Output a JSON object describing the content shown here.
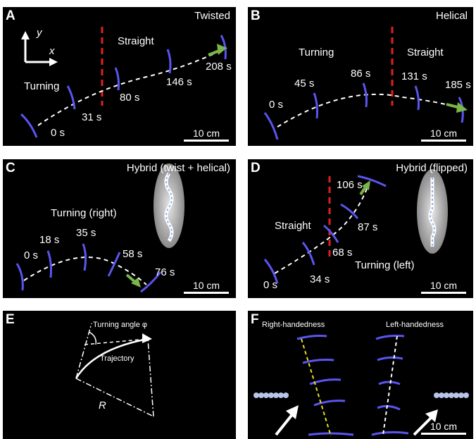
{
  "panels": {
    "A": {
      "letter": "A",
      "title": "Twisted",
      "axis_y": "y",
      "axis_x": "x",
      "phase1": "Turning",
      "phase2": "Straight",
      "times": [
        "0 s",
        "31 s",
        "80 s",
        "146 s",
        "208 s"
      ],
      "scale": "10 cm"
    },
    "B": {
      "letter": "B",
      "title": "Helical",
      "phase1": "Turning",
      "phase2": "Straight",
      "times": [
        "0 s",
        "45 s",
        "86 s",
        "131 s",
        "185 s"
      ],
      "scale": "10 cm"
    },
    "C": {
      "letter": "C",
      "title": "Hybrid (twist + helical)",
      "phase1": "Turning (right)",
      "times": [
        "0 s",
        "18 s",
        "35 s",
        "58 s",
        "76 s"
      ],
      "scale": "10 cm"
    },
    "D": {
      "letter": "D",
      "title": "Hybrid (flipped)",
      "phase1": "Straight",
      "phase2": "Turning (left)",
      "times": [
        "0 s",
        "34 s",
        "68 s",
        "87 s",
        "106 s"
      ],
      "scale": "10 cm"
    },
    "E": {
      "letter": "E",
      "angle_label": "Turning angle φ",
      "trajectory": "Trajectory",
      "radius": "R"
    },
    "F": {
      "letter": "F",
      "right": "Right-handedness",
      "left": "Left-handedness",
      "scale": "10 cm"
    }
  },
  "colors": {
    "robot": "#5a55f0",
    "red_line": "#e02020",
    "arrow_green": "#7ab648",
    "yellow": "#e8e01a"
  }
}
